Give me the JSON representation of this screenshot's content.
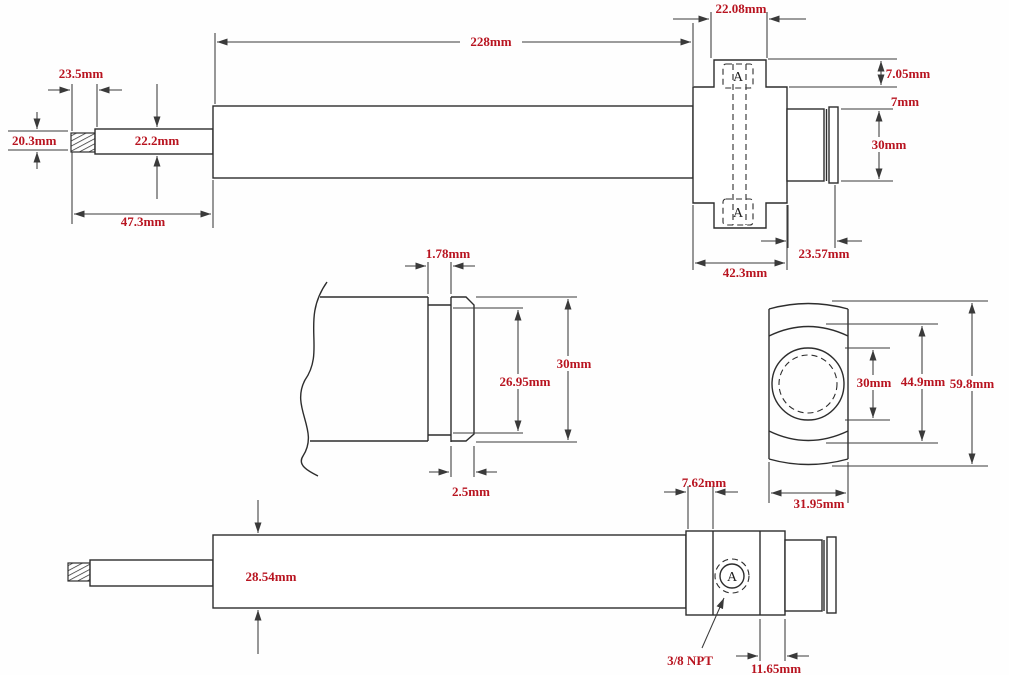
{
  "colors": {
    "dimension_text": "#b81420",
    "line": "#2d2d2d",
    "background": "#fefefe"
  },
  "drawing": {
    "type": "technical-drawing",
    "subject": "pneumatic cylinder with dimensions",
    "views": {
      "top_side_view": {
        "dims": {
          "thread_length": "23.5mm",
          "thread_dia": "20.3mm",
          "rod_dia": "22.2mm",
          "rod_extension": "47.3mm",
          "body_length": "228mm",
          "boss_width": "22.08mm",
          "boss_height": "7.05mm",
          "step": "7mm",
          "end_dia": "30mm",
          "cap_step": "23.57mm",
          "cap_width": "42.3mm",
          "port_top": "A",
          "port_bottom": "A"
        }
      },
      "groove_detail_view": {
        "dims": {
          "groove_width": "1.78mm",
          "outer_dia": "30mm",
          "groove_dia": "26.95mm",
          "end_width": "2.5mm"
        }
      },
      "end_view": {
        "dims": {
          "bore_dia": "30mm",
          "body_dia": "44.9mm",
          "overall_height": "59.8mm",
          "flat_width": "31.95mm"
        }
      },
      "bottom_side_view": {
        "dims": {
          "body_dia": "28.54mm",
          "port_offset": "7.62mm",
          "cap_step": "11.65mm",
          "port": "A",
          "port_thread": "3/8 NPT"
        }
      }
    }
  }
}
